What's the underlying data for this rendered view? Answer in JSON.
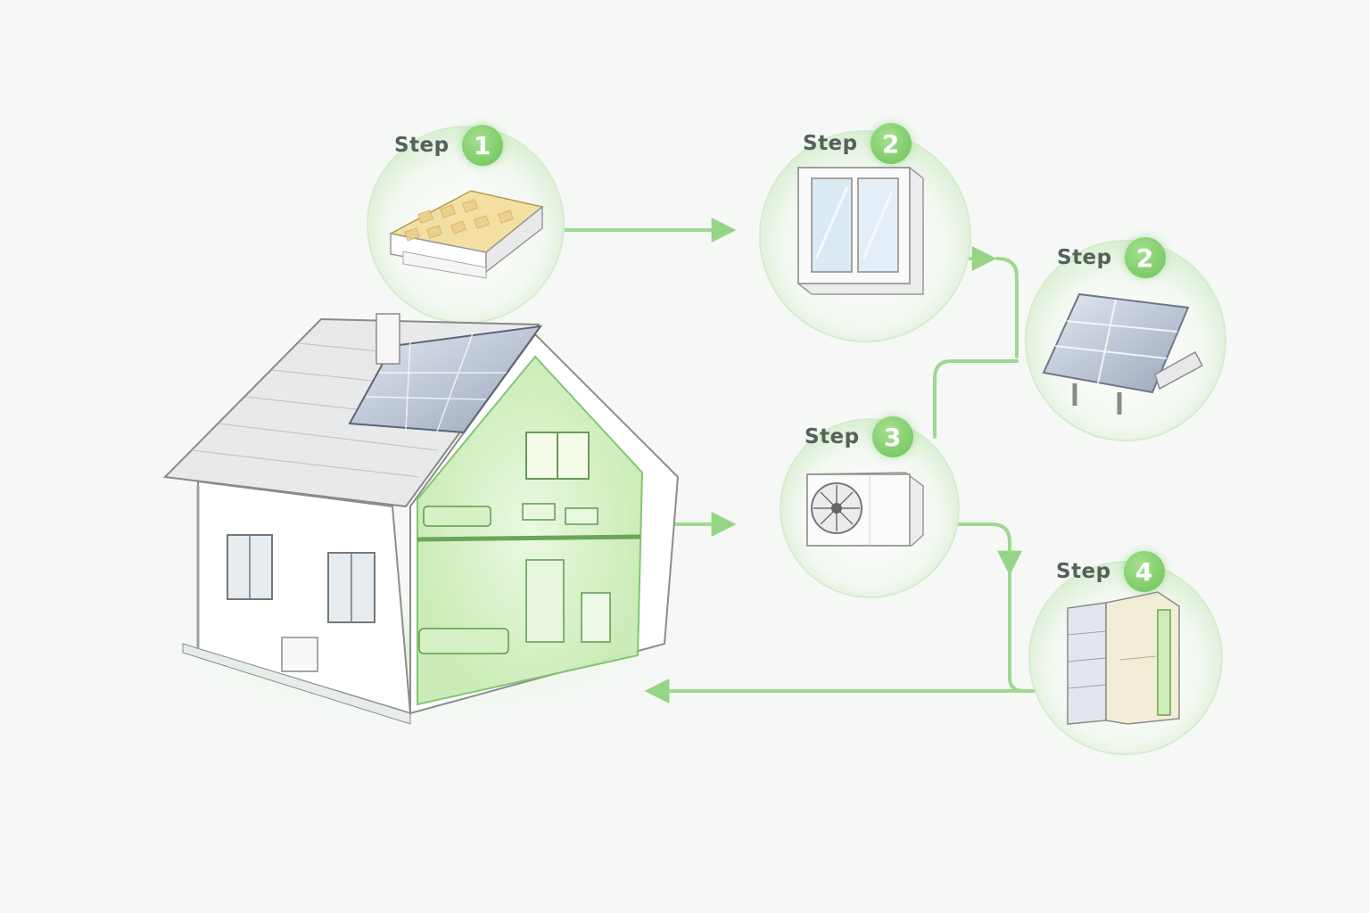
{
  "steps": [
    {
      "word": "Step",
      "number": "1",
      "item": "roof insulation"
    },
    {
      "word": "Step",
      "number": "2",
      "item": "windows"
    },
    {
      "word": "Step",
      "number": "2",
      "item": "solar panels"
    },
    {
      "word": "Step",
      "number": "3",
      "item": "heat pump"
    },
    {
      "word": "Step",
      "number": "4",
      "item": "wall insulation"
    }
  ],
  "colors": {
    "accent": "#7fcf6c",
    "accent_dark": "#5fb34d",
    "text": "#54625b",
    "background": "#f6f8f6"
  }
}
